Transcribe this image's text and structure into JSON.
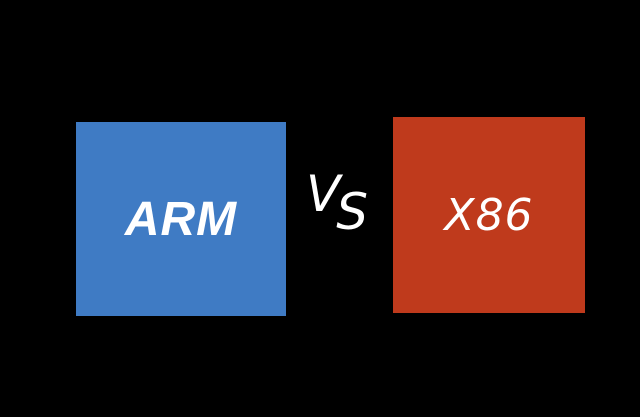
{
  "left": {
    "label": "ARM",
    "color": "#3f7bc4"
  },
  "separator": {
    "v": "V",
    "s": "S"
  },
  "right": {
    "label": "X86",
    "color": "#bf3a1c"
  },
  "background": "#000000"
}
